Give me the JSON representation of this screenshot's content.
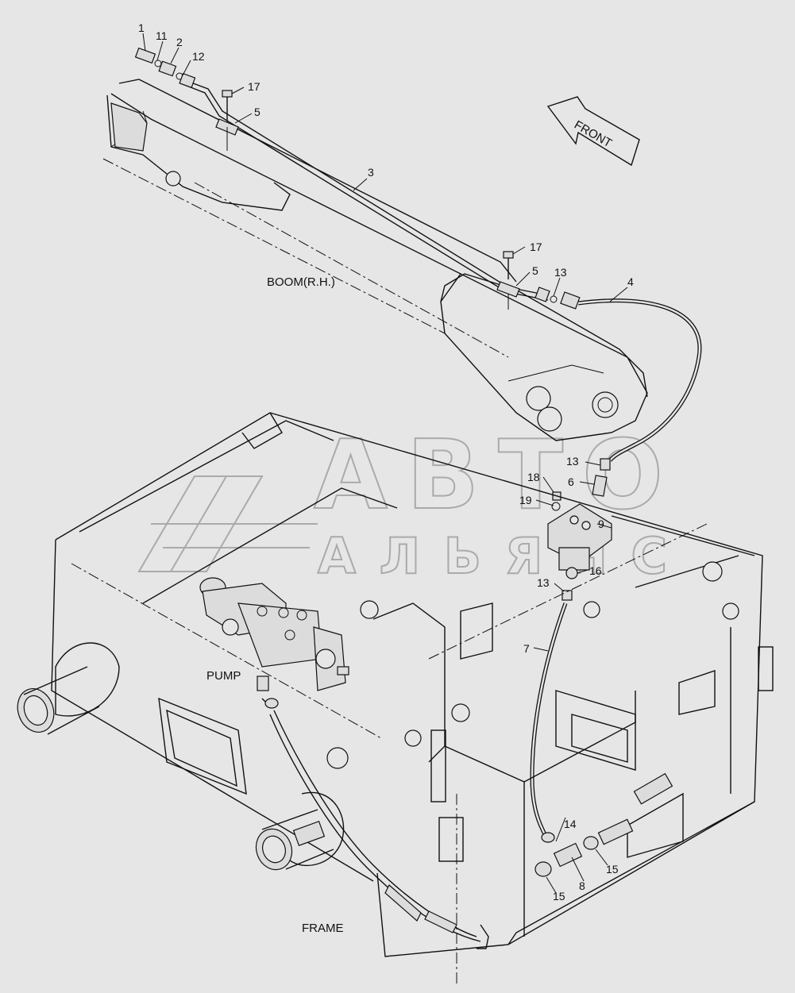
{
  "labels": {
    "boom": "BOOM(R.H.)",
    "pump": "PUMP",
    "frame": "FRAME",
    "front": "FRONT"
  },
  "watermark": {
    "line1": "АВТО",
    "line2": "АЛЬЯНС"
  },
  "callouts": {
    "c1": "1",
    "c11": "11",
    "c2": "2",
    "c12": "12",
    "c17a": "17",
    "c5a": "5",
    "c3": "3",
    "c17b": "17",
    "c5b": "5",
    "c13a": "13",
    "c4": "4",
    "c13b": "13",
    "c18": "18",
    "c6": "6",
    "c19": "19",
    "c9": "9",
    "c13c": "13",
    "c16": "16",
    "c7": "7",
    "c14": "14",
    "c8": "8",
    "c15a": "15",
    "c15b": "15"
  },
  "colors": {
    "background": "#e6e6e6",
    "line": "#111111",
    "watermark": "#aaaaaa"
  }
}
